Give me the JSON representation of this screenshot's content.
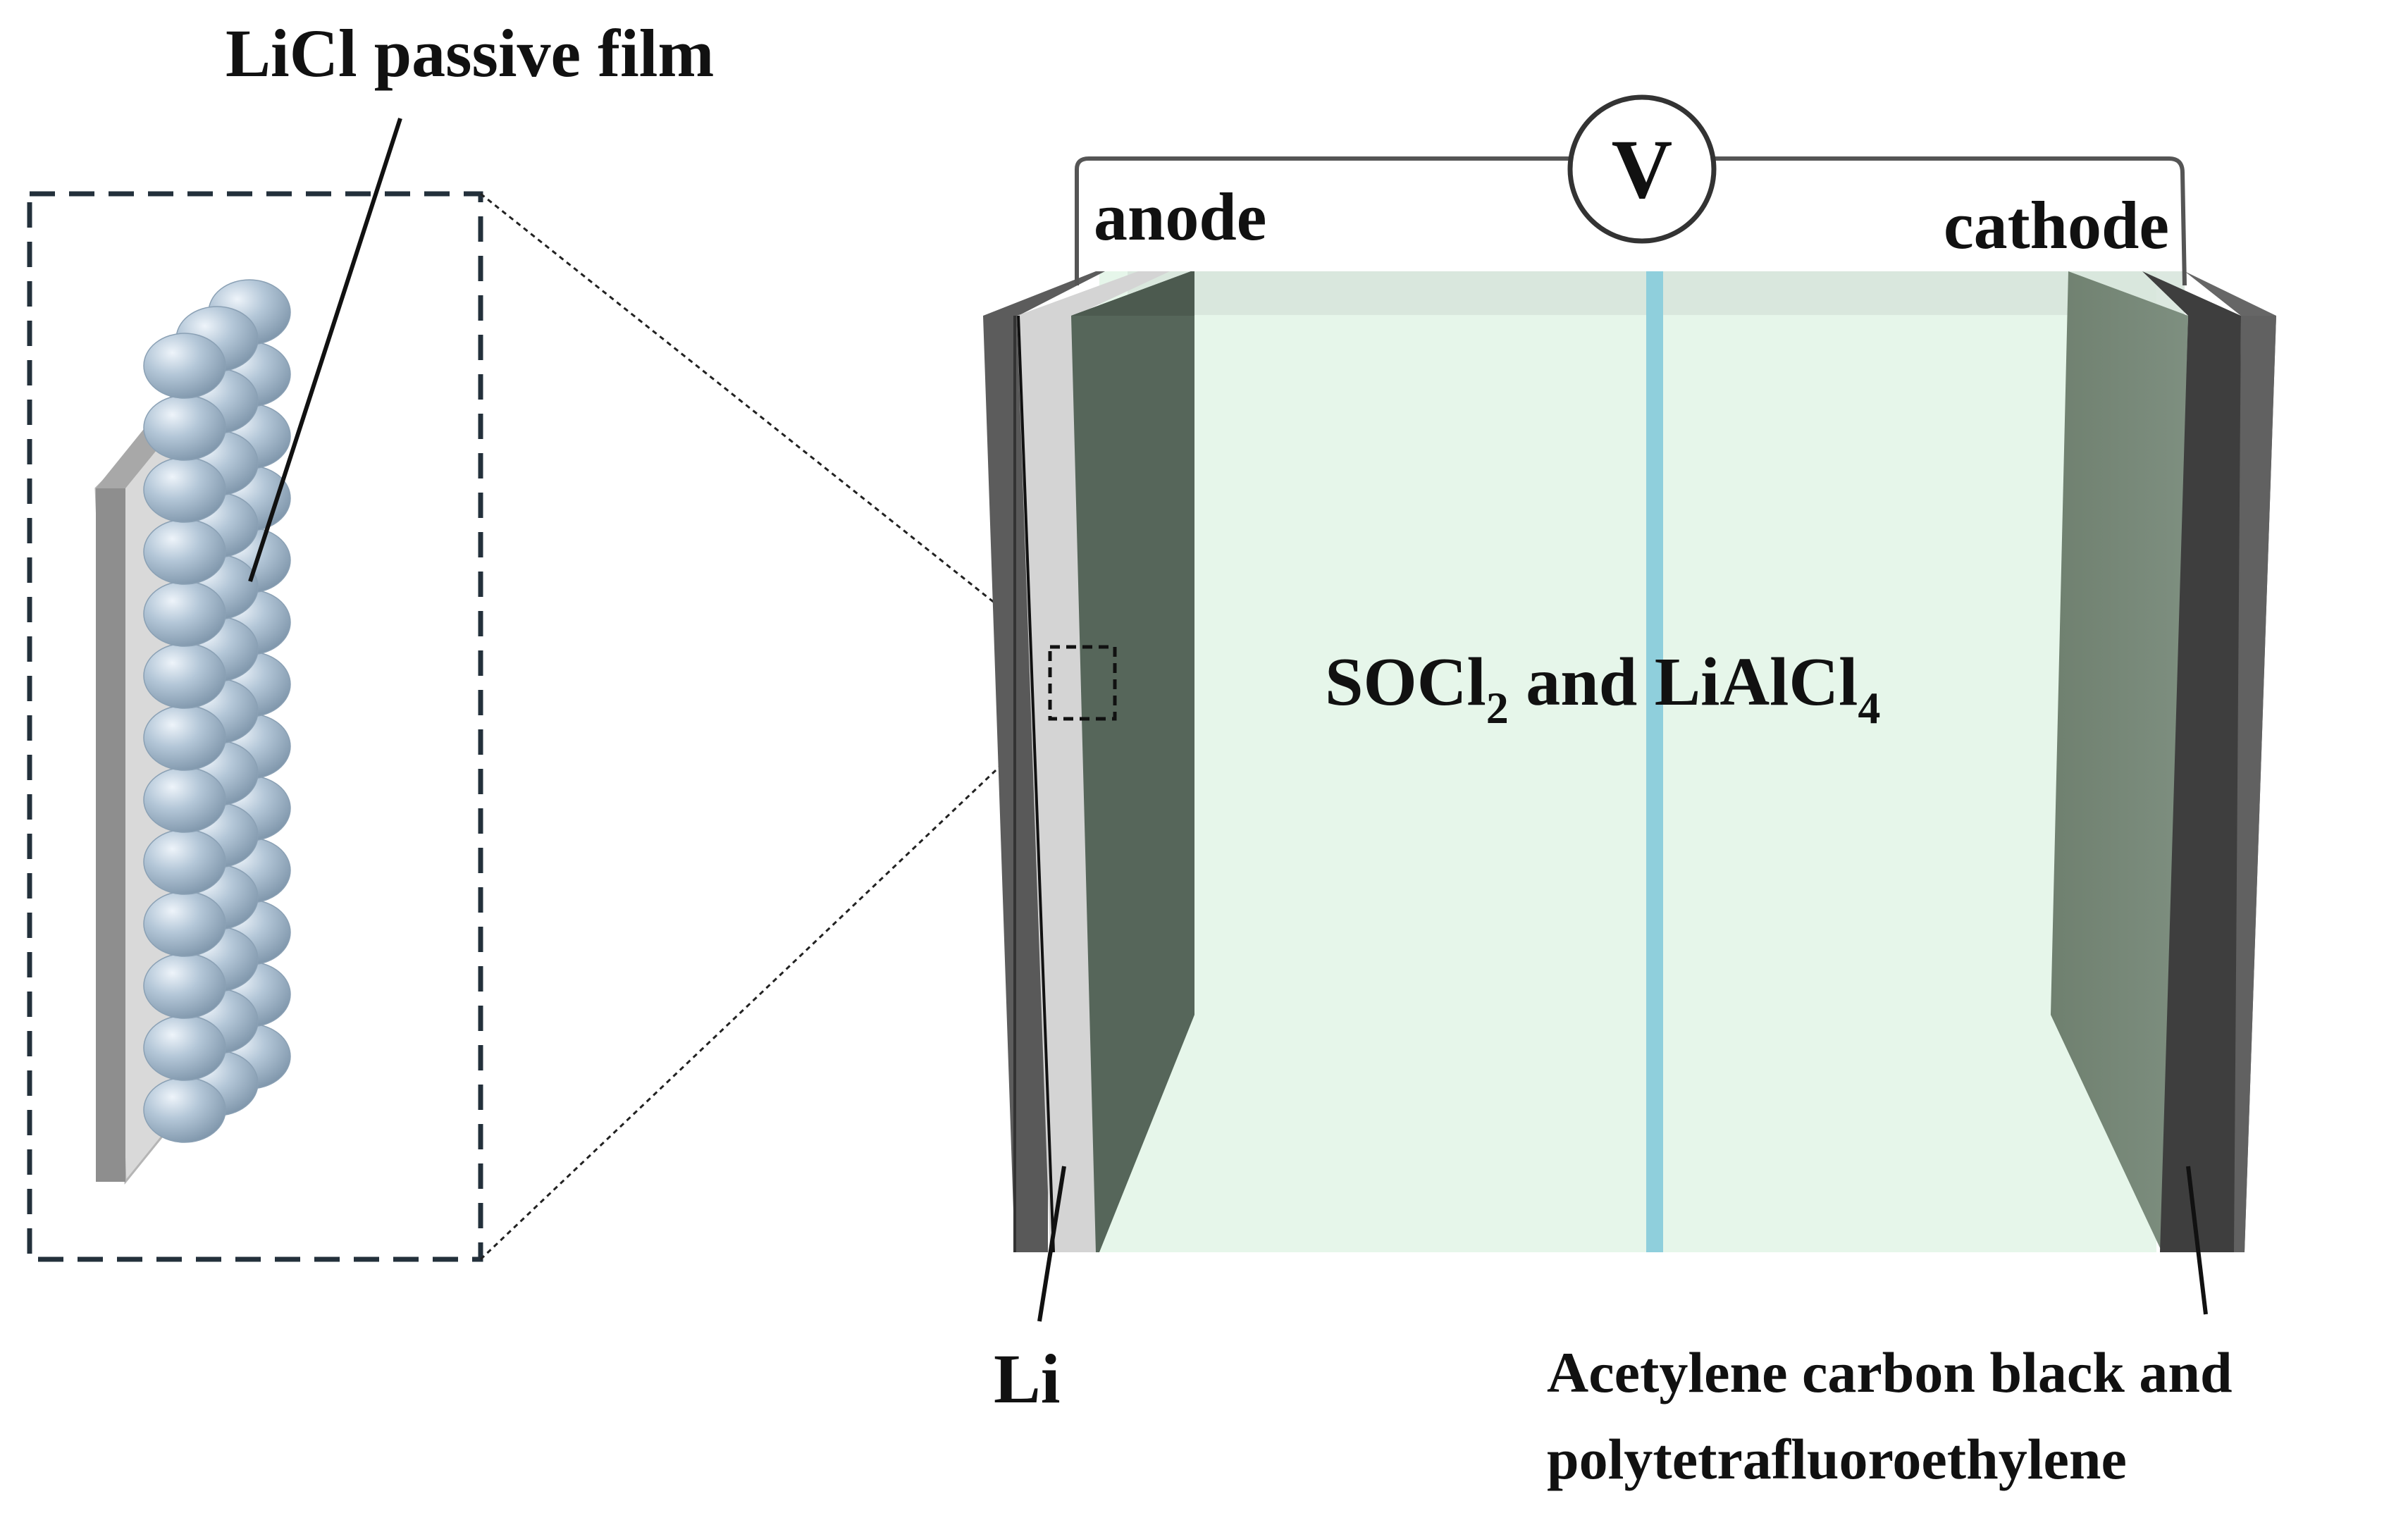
{
  "labels": {
    "passive_film": "LiCl passive film",
    "anode": "anode",
    "cathode": "cathode",
    "voltmeter": "V",
    "electrolyte_part1": "SOCl",
    "electrolyte_sub1": "2",
    "electrolyte_part2": " and LiAlCl",
    "electrolyte_sub2": "4",
    "lithium": "Li",
    "cathode_material_line1": "Acetylene carbon black and",
    "cathode_material_line2": "polytetrafluoroethylene"
  },
  "colors": {
    "outer_plate": "#5a5a5a",
    "lithium_layer": "#d4d4d4",
    "anode_layer": "#56665a",
    "cathode_layer": "#748575",
    "electrolyte": "#e6f6ea",
    "separator": "#8fcfdc",
    "film_sphere": "#a9bfd2",
    "dashed_box": "#23303b"
  }
}
